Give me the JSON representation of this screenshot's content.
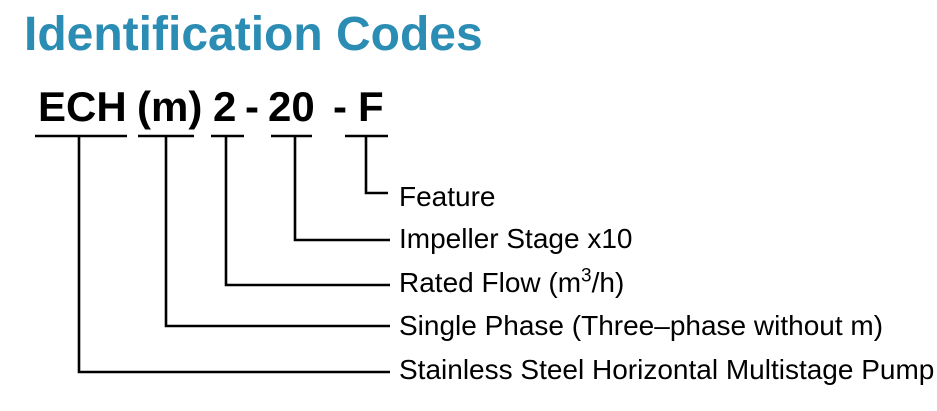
{
  "page": {
    "background_color": "#ffffff",
    "accent_color": "#2B8CB4",
    "text_color": "#000000",
    "line_color": "#000000"
  },
  "title": {
    "text": "Identification Codes"
  },
  "code": {
    "full": "ECH (m) 2 - 20 - F",
    "segments": [
      "ECH",
      "(m)",
      "2",
      "-",
      "20",
      "-",
      "F"
    ]
  },
  "labels": [
    {
      "code_part": "F",
      "text": "Feature"
    },
    {
      "code_part": "20",
      "text": "Impeller Stage x10"
    },
    {
      "code_part": "2",
      "pre": "Rated Flow (m",
      "sup": "3",
      "post": "/h)"
    },
    {
      "code_part": "(m)",
      "text": "Single Phase (Three–phase without m)"
    },
    {
      "code_part": "ECH",
      "text": "Stainless Steel Horizontal Multistage Pump"
    }
  ]
}
